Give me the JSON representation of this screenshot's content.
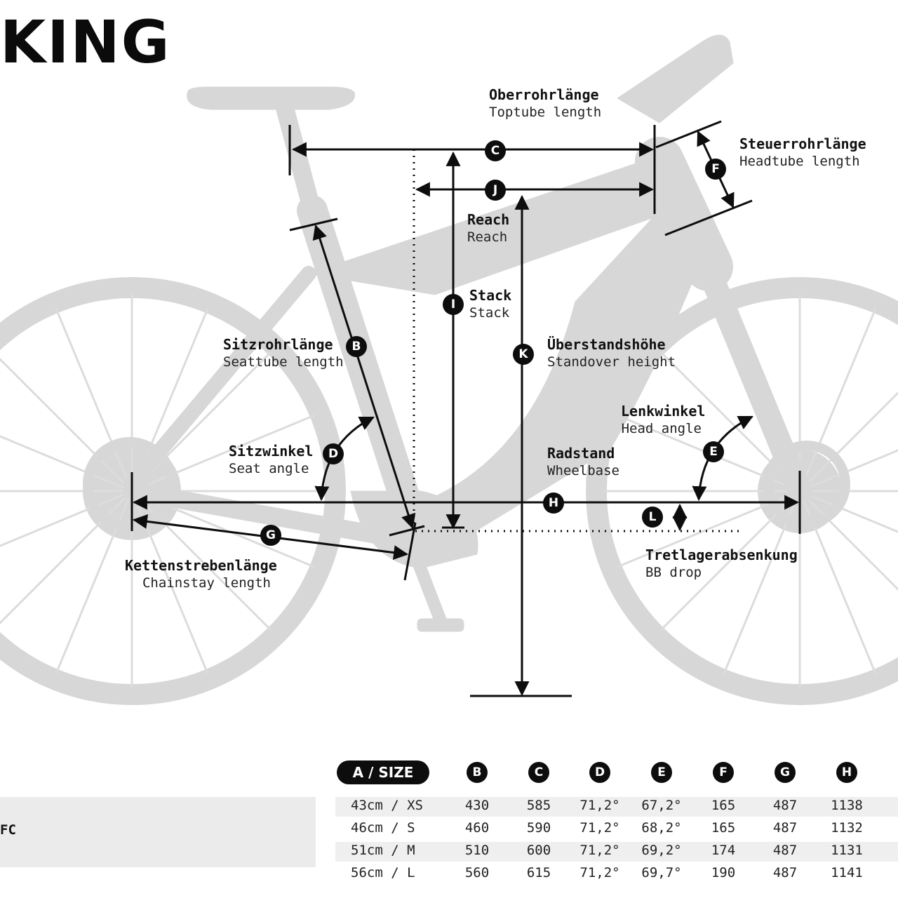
{
  "brand": "KING",
  "labels": {
    "C": {
      "de": "Oberrohrlänge",
      "en": "Toptube length"
    },
    "F": {
      "de": "Steuerrohrlänge",
      "en": "Headtube length"
    },
    "J": {
      "de": "Reach",
      "en": "Reach"
    },
    "I": {
      "de": "Stack",
      "en": "Stack"
    },
    "B": {
      "de": "Sitzrohrlänge",
      "en": "Seattube length"
    },
    "K": {
      "de": "Überstandshöhe",
      "en": "Standover height"
    },
    "E": {
      "de": "Lenkwinkel",
      "en": "Head angle"
    },
    "D": {
      "de": "Sitzwinkel",
      "en": "Seat angle"
    },
    "H": {
      "de": "Radstand",
      "en": "Wheelbase"
    },
    "G": {
      "de": "Kettenstrebenlänge",
      "en": "Chainstay length"
    },
    "L": {
      "de": "Tretlagerabsenkung",
      "en": "BB drop"
    }
  },
  "badges": {
    "B": "B",
    "C": "C",
    "D": "D",
    "E": "E",
    "F": "F",
    "G": "G",
    "H": "H",
    "I": "I",
    "J": "J",
    "K": "K",
    "L": "L"
  },
  "table": {
    "model": "FC",
    "size_header": "A / SIZE",
    "columns": [
      "B",
      "C",
      "D",
      "E",
      "F",
      "G",
      "H"
    ],
    "rows": [
      {
        "size": "43cm",
        "label": "XS",
        "values": [
          "430",
          "585",
          "71,2°",
          "67,2°",
          "165",
          "487",
          "1138"
        ]
      },
      {
        "size": "46cm",
        "label": "S",
        "values": [
          "460",
          "590",
          "71,2°",
          "68,2°",
          "165",
          "487",
          "1132"
        ]
      },
      {
        "size": "51cm",
        "label": "M",
        "values": [
          "510",
          "600",
          "71,2°",
          "69,2°",
          "174",
          "487",
          "1131"
        ]
      },
      {
        "size": "56cm",
        "label": "L",
        "values": [
          "560",
          "615",
          "71,2°",
          "69,7°",
          "190",
          "487",
          "1141"
        ]
      }
    ]
  },
  "colors": {
    "bike": "#d7d7d7",
    "ink": "#0d0d0d",
    "band": "#ebebeb"
  }
}
